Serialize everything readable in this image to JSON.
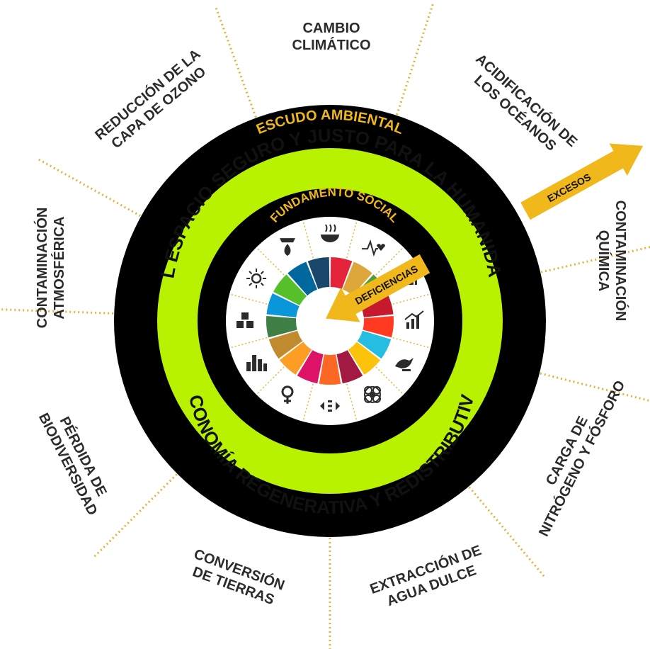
{
  "title": "",
  "rings": {
    "outer_label": "ESCUDO AMBIENTAL",
    "middle_top_label": "EL ESPACIO SEGURO Y JUSTO PARA LA HUMANIDAD",
    "middle_bottom_label": "ECONOMÍA REGENERATIVA Y REDISTRIBUTIVA",
    "inner_label": "FUNDAMENTO SOCIAL"
  },
  "arrows": {
    "overshoot": "EXCESOS",
    "shortfall": "DEFICIENCIAS"
  },
  "planetary_boundaries": [
    {
      "id": "climate",
      "lines": [
        "CAMBIO",
        "CLIMÁTICO"
      ]
    },
    {
      "id": "ocean",
      "lines": [
        "ACIDIFICACIÓN DE",
        "LOS OCÉANOS"
      ]
    },
    {
      "id": "chemical",
      "lines": [
        "CONTAMINACIÓN",
        "QUÍMICA"
      ]
    },
    {
      "id": "nitrogen",
      "lines": [
        "CARGA DE",
        "NITRÓGENO Y FÓSFORO"
      ]
    },
    {
      "id": "water",
      "lines": [
        "EXTRACCIÓN DE",
        "AGUA DULCE"
      ]
    },
    {
      "id": "land",
      "lines": [
        "CONVERSIÓN",
        "DE TIERRAS"
      ]
    },
    {
      "id": "biodiversity",
      "lines": [
        "PÉRDIDA DE",
        "BIODIVERSIDAD"
      ]
    },
    {
      "id": "air",
      "lines": [
        "CONTAMINACIÓN",
        "ATMOSFÉRICA"
      ]
    },
    {
      "id": "ozone",
      "lines": [
        "REDUCCIÓN DE LA",
        "CAPA DE OZONO"
      ]
    }
  ],
  "social_icons": [
    "food-bowl-icon",
    "heartbeat-icon",
    "book-icon",
    "growth-chart-icon",
    "peace-dove-icon",
    "network-icon",
    "equity-arrows-icon",
    "gender-icon",
    "city-icon",
    "cubes-icon",
    "sun-energy-icon",
    "water-drop-icon"
  ],
  "sdg_colors": [
    "#e5243b",
    "#dda63a",
    "#4c9f38",
    "#c5192d",
    "#ff3a21",
    "#26bde2",
    "#fcc30b",
    "#a21942",
    "#fd6925",
    "#dd1367",
    "#fd9d24",
    "#bf8b2e",
    "#3f7e44",
    "#0a97d9",
    "#56c02b",
    "#00689d",
    "#19486a"
  ],
  "colors": {
    "black_ring": "#000000",
    "green_band": "#b8f200",
    "gold": "#f0b81a",
    "dotted": "#e0b43a",
    "text_dark": "#2b2b2b"
  }
}
